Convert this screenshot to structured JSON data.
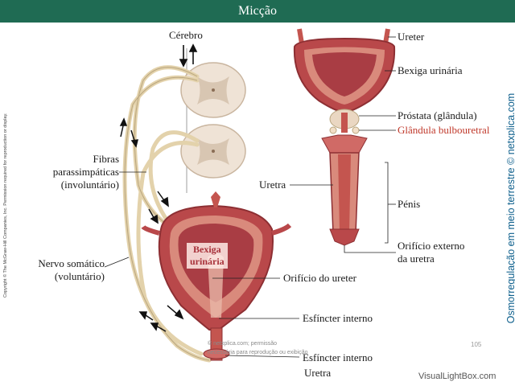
{
  "title": "Micção",
  "labels": {
    "cerebro": "Cérebro",
    "fibras": "Fibras\nparassimpáticas\n(involuntário)",
    "nervo": "Nervo somático\n(voluntário)",
    "bexiga_center": "Bexiga\nurinária",
    "orificio_ureter": "Orifício do ureter",
    "esfincter_interno": "Esfíncter interno",
    "esfincter_bottom": "Esfíncter interno",
    "uretra_bottom": "Uretra",
    "ureter": "Ureter",
    "bexiga_urinaria": "Bexiga urinária",
    "prostata": "Próstata (glândula)",
    "glandula": "Glândula bulbouretral",
    "uretra_right": "Uretra",
    "penis": "Pénis",
    "orificio_externo": "Orifício externo\nda uretra"
  },
  "credits": {
    "copyright": "Copyright © The McGraw-Hill Companies, Inc. Permission required for reproduction or display.",
    "site": "Osmorregulação em meio terrestre © netxplica.com",
    "watermark": "© netxplica.com; permissão\nnecessária para reprodução ou exibição",
    "page": "105",
    "visual": "VisualLightBox.com"
  },
  "colors": {
    "titlebar": "#1f6b53",
    "bladder": "#c4554f",
    "nerve": "#e8d9b5",
    "accent_red": "#c0392b"
  }
}
